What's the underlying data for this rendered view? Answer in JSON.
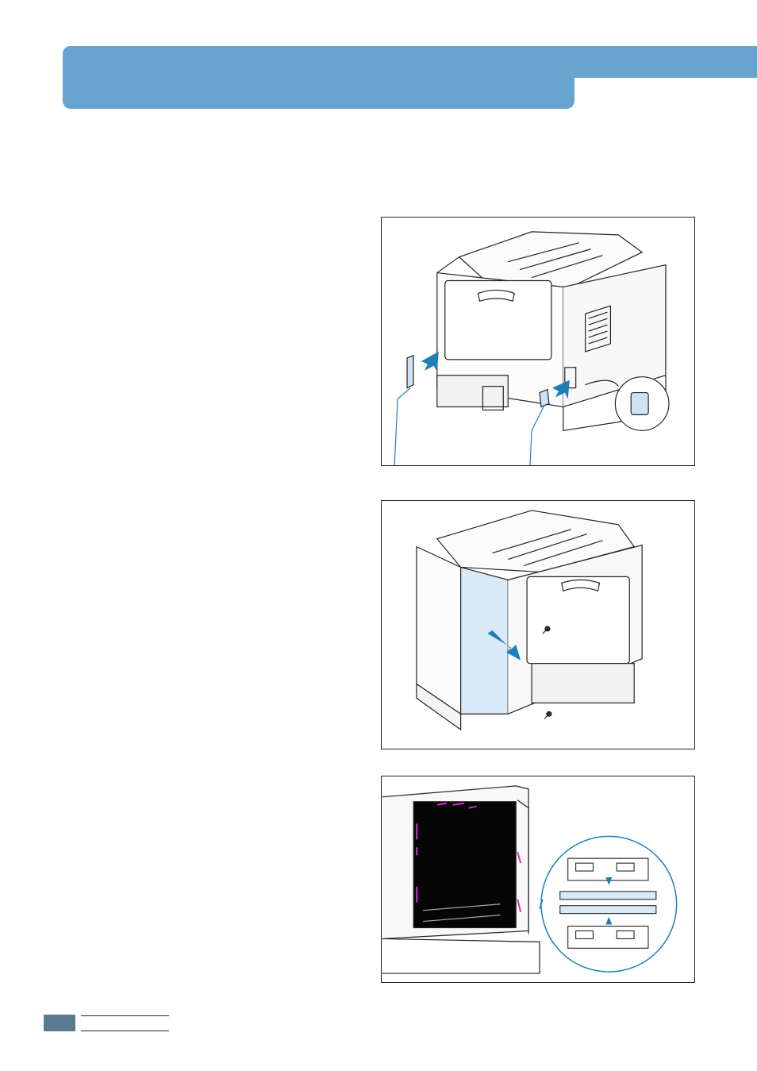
{
  "header": {
    "color": "#66a3cd"
  },
  "figures": [
    {
      "id": "fig1",
      "subject": "printer-rear-cable-disconnect",
      "accent": "#1d7fb8"
    },
    {
      "id": "fig2",
      "subject": "printer-side-cover-removal",
      "accent": "#1d7fb8"
    },
    {
      "id": "fig3",
      "subject": "memory-module-installation",
      "accent": "#1d7fb8"
    }
  ],
  "footer": {
    "block_color": "#5a7a92"
  }
}
